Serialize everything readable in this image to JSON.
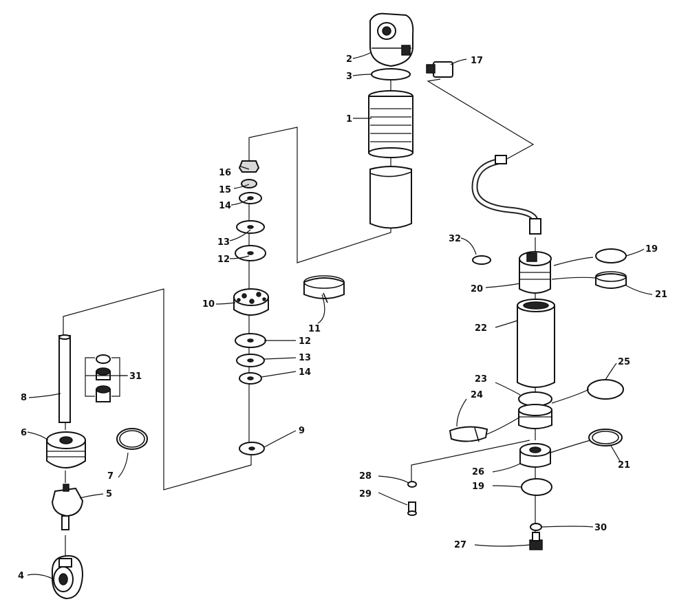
{
  "diagram": {
    "callouts": [
      {
        "id": "1",
        "text": "1"
      },
      {
        "id": "2",
        "text": "2"
      },
      {
        "id": "3",
        "text": "3"
      },
      {
        "id": "4",
        "text": "4"
      },
      {
        "id": "5",
        "text": "5"
      },
      {
        "id": "6",
        "text": "6"
      },
      {
        "id": "7",
        "text": "7"
      },
      {
        "id": "8",
        "text": "8"
      },
      {
        "id": "9",
        "text": "9"
      },
      {
        "id": "10",
        "text": "10"
      },
      {
        "id": "11",
        "text": "11"
      },
      {
        "id": "12a",
        "text": "12"
      },
      {
        "id": "12b",
        "text": "12"
      },
      {
        "id": "13a",
        "text": "13"
      },
      {
        "id": "13b",
        "text": "13"
      },
      {
        "id": "14a",
        "text": "14"
      },
      {
        "id": "14b",
        "text": "14"
      },
      {
        "id": "15",
        "text": "15"
      },
      {
        "id": "16",
        "text": "16"
      },
      {
        "id": "17",
        "text": "17"
      },
      {
        "id": "19a",
        "text": "19"
      },
      {
        "id": "19b",
        "text": "19"
      },
      {
        "id": "20",
        "text": "20"
      },
      {
        "id": "21a",
        "text": "21"
      },
      {
        "id": "21b",
        "text": "21"
      },
      {
        "id": "22",
        "text": "22"
      },
      {
        "id": "23",
        "text": "23"
      },
      {
        "id": "24",
        "text": "24"
      },
      {
        "id": "25",
        "text": "25"
      },
      {
        "id": "26",
        "text": "26"
      },
      {
        "id": "27",
        "text": "27"
      },
      {
        "id": "28",
        "text": "28"
      },
      {
        "id": "29",
        "text": "29"
      },
      {
        "id": "30",
        "text": "30"
      },
      {
        "id": "31",
        "text": "31"
      },
      {
        "id": "32",
        "text": "32"
      }
    ]
  }
}
